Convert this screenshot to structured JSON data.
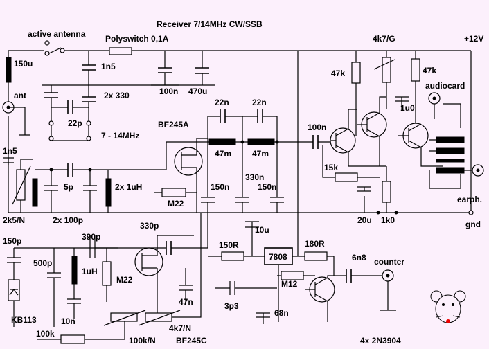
{
  "title": "Receiver 7/14MHz CW/SSB",
  "labels": {
    "active_antenna": "active antenna",
    "polyswitch": "Polyswitch 0,1A",
    "pot_4k7g": "4k7/G",
    "plus12v": "+12V",
    "c_150u": "150u",
    "c_1n5_top": "1n5",
    "c_100n_sup": "100n",
    "c_470u": "470u",
    "r_47k_a": "47k",
    "r_47k_b": "47k",
    "audiocard": "audiocard",
    "ant": "ant",
    "c_2x330": "2x 330",
    "c_22n_a": "22n",
    "c_22n_b": "22n",
    "c_22p": "22p",
    "band": "7 - 14MHz",
    "bf245a": "BF245A",
    "c_100n_audio": "100n",
    "c_1u0": "1u0",
    "c_1n5_ant": "1n5",
    "l_47m_a": "47m",
    "l_47m_b": "47m",
    "r_15k": "15k",
    "c_5p": "5p",
    "l_2x1uh": "2x 1uH",
    "c_330n": "330n",
    "c_150n_a": "150n",
    "c_150n_b": "150n",
    "r_m22_top": "M22",
    "earph": "earph.",
    "pot_2k5n": "2k5/N",
    "c_2x100p": "2x 100p",
    "c_20u": "20u",
    "r_1k0": "1k0",
    "gnd": "gnd",
    "c_330p": "330p",
    "c_10u": "10u",
    "c_150p": "150p",
    "c_390p": "390p",
    "r_150r": "150R",
    "r_180r": "180R",
    "c_6n8": "6n8",
    "counter": "counter",
    "reg_7808": "7808",
    "c_500p": "500p",
    "l_1uh": "1uH",
    "r_m22_osc": "M22",
    "r_m12": "M12",
    "diode_kb113": "KB113",
    "c_47n": "47n",
    "c_3p3": "3p3",
    "c_10n": "10n",
    "c_68n": "68n",
    "pot_4k7n": "4k7/N",
    "r_100k": "100k",
    "pot_100kn": "100k/N",
    "bf245c": "BF245C",
    "transistors": "4x 2N3904"
  }
}
